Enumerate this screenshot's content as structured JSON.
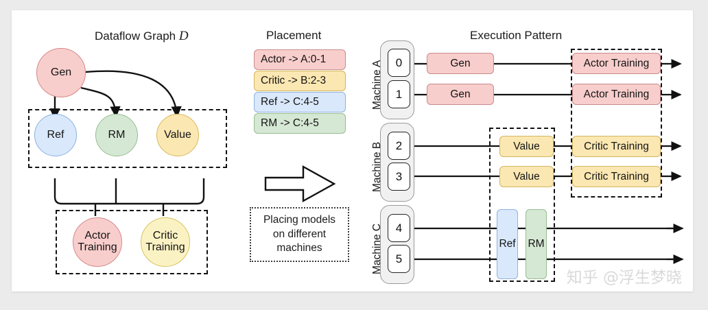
{
  "panels": {
    "dataflow_title_prefix": "Dataflow Graph ",
    "dataflow_title_symbol": "D",
    "placement_title": "Placement",
    "execution_title": "Execution Pattern"
  },
  "dataflow": {
    "nodes": [
      {
        "id": "gen",
        "label": "Gen"
      },
      {
        "id": "ref",
        "label": "Ref"
      },
      {
        "id": "rm",
        "label": "RM"
      },
      {
        "id": "value",
        "label": "Value"
      },
      {
        "id": "actor",
        "label_line1": "Actor",
        "label_line2": "Training"
      },
      {
        "id": "critic",
        "label_line1": "Critic",
        "label_line2": "Training"
      }
    ],
    "colors": {
      "gen": "#f8cecc",
      "ref": "#dae8fc",
      "rm": "#d5e8d4",
      "value": "#fbe7b2",
      "actor": "#f8cecc",
      "critic": "#fbf2c4"
    }
  },
  "placement": {
    "chips": [
      {
        "label": "Actor -> A:0-1",
        "color": "#f8cecc"
      },
      {
        "label": "Critic -> B:2-3",
        "color": "#fbe7b2"
      },
      {
        "label": "Ref -> C:4-5",
        "color": "#dae8fc"
      },
      {
        "label": "RM -> C:4-5",
        "color": "#d5e8d4"
      }
    ],
    "caption": "Placing models on different machines",
    "caption_lines": [
      "Placing models",
      "on different",
      "machines"
    ]
  },
  "execution": {
    "machines": [
      {
        "name": "Machine A",
        "gpus": [
          "0",
          "1"
        ]
      },
      {
        "name": "Machine B",
        "gpus": [
          "2",
          "3"
        ]
      },
      {
        "name": "Machine C",
        "gpus": [
          "4",
          "5"
        ]
      }
    ],
    "tasks": {
      "gen": "Gen",
      "actor_training": "Actor Training",
      "value": "Value",
      "critic_training": "Critic Training",
      "ref": "Ref",
      "rm": "RM"
    }
  },
  "watermark": "知乎 @浮生梦晓"
}
